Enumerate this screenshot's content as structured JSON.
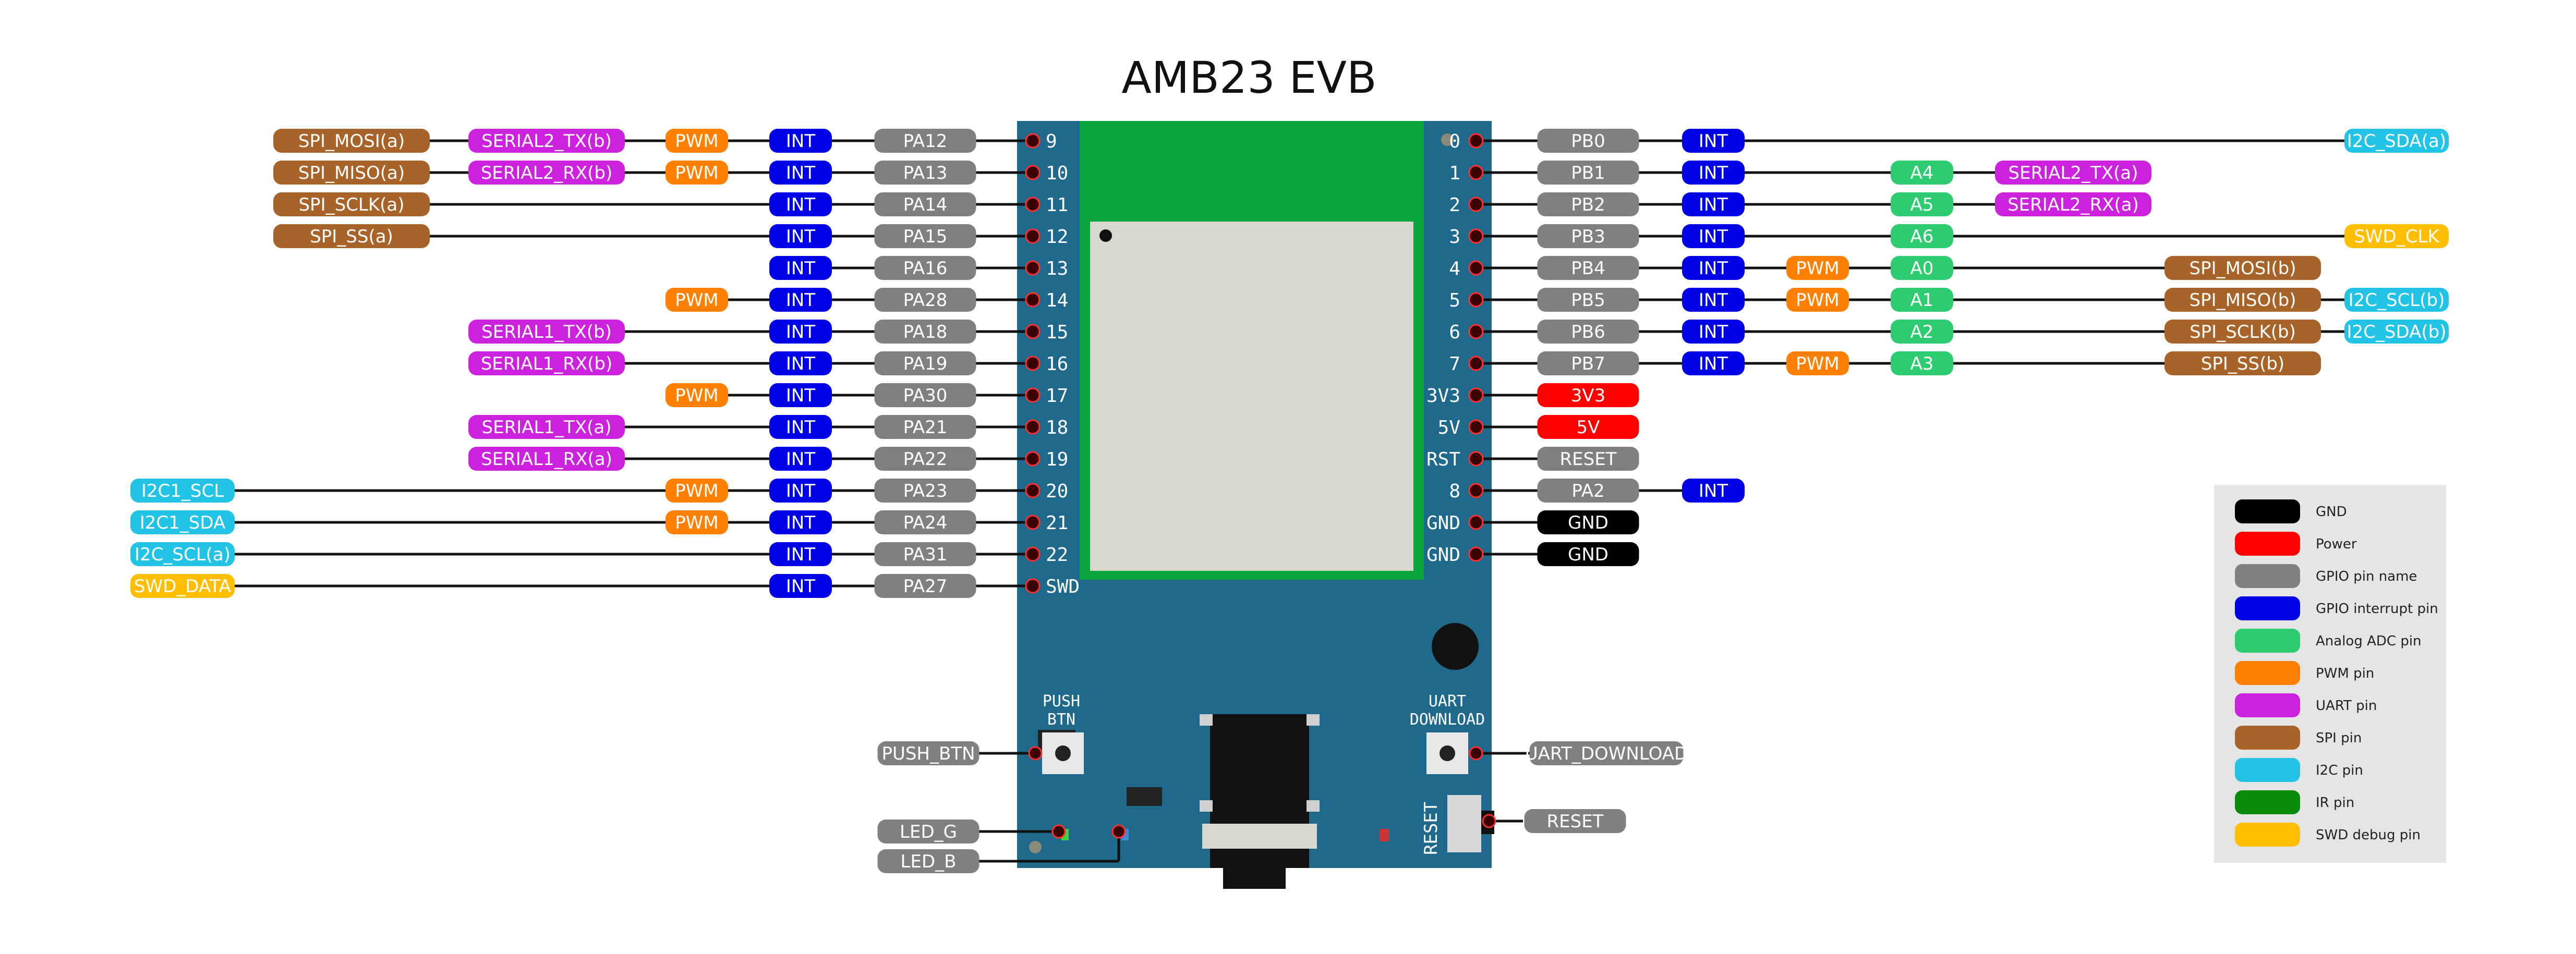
{
  "title": "AMB23 EVB",
  "colors": {
    "gnd": "#000000",
    "power": "#ff0000",
    "gpio": "#808080",
    "int": "#0000e6",
    "adc": "#2ecc71",
    "pwm": "#ff8000",
    "uart": "#cc22dd",
    "spi": "#a86428",
    "i2c": "#22c4e6",
    "ir": "#0a8a0a",
    "swd": "#ffbf00",
    "board": "#1f6a8c",
    "module": "#0aa53c",
    "shield": "#d8d8d0"
  },
  "left_rows": [
    {
      "num": "9",
      "pin": "PA12",
      "int": "INT",
      "pwm": "PWM",
      "uart": "SERIAL2_TX(b)",
      "spi": "SPI_MOSI(a)"
    },
    {
      "num": "10",
      "pin": "PA13",
      "int": "INT",
      "pwm": "PWM",
      "uart": "SERIAL2_RX(b)",
      "spi": "SPI_MISO(a)"
    },
    {
      "num": "11",
      "pin": "PA14",
      "int": "INT",
      "spi": "SPI_SCLK(a)"
    },
    {
      "num": "12",
      "pin": "PA15",
      "int": "INT",
      "spi": "SPI_SS(a)"
    },
    {
      "num": "13",
      "pin": "PA16",
      "int": "INT"
    },
    {
      "num": "14",
      "pin": "PA28",
      "int": "INT",
      "pwm": "PWM"
    },
    {
      "num": "15",
      "pin": "PA18",
      "int": "INT",
      "uart": "SERIAL1_TX(b)"
    },
    {
      "num": "16",
      "pin": "PA19",
      "int": "INT",
      "uart": "SERIAL1_RX(b)"
    },
    {
      "num": "17",
      "pin": "PA30",
      "int": "INT",
      "pwm": "PWM"
    },
    {
      "num": "18",
      "pin": "PA21",
      "int": "INT",
      "uart": "SERIAL1_TX(a)"
    },
    {
      "num": "19",
      "pin": "PA22",
      "int": "INT",
      "uart": "SERIAL1_RX(a)"
    },
    {
      "num": "20",
      "pin": "PA23",
      "int": "INT",
      "pwm": "PWM",
      "i2c": "I2C1_SCL"
    },
    {
      "num": "21",
      "pin": "PA24",
      "int": "INT",
      "pwm": "PWM",
      "i2c": "I2C1_SDA"
    },
    {
      "num": "22",
      "pin": "PA31",
      "int": "INT",
      "i2c": "I2C_SCL(a)"
    },
    {
      "num": "SWD",
      "pin": "PA27",
      "int": "INT",
      "swd": "SWD_DATA"
    }
  ],
  "right_rows": [
    {
      "num": "0",
      "pin": "PB0",
      "int": "INT",
      "i2c": "I2C_SDA(a)"
    },
    {
      "num": "1",
      "pin": "PB1",
      "int": "INT",
      "adc": "A4",
      "uart": "SERIAL2_TX(a)"
    },
    {
      "num": "2",
      "pin": "PB2",
      "int": "INT",
      "adc": "A5",
      "uart": "SERIAL2_RX(a)"
    },
    {
      "num": "3",
      "pin": "PB3",
      "int": "INT",
      "adc": "A6",
      "swd": "SWD_CLK"
    },
    {
      "num": "4",
      "pin": "PB4",
      "int": "INT",
      "pwm": "PWM",
      "adc": "A0",
      "spi": "SPI_MOSI(b)"
    },
    {
      "num": "5",
      "pin": "PB5",
      "int": "INT",
      "pwm": "PWM",
      "adc": "A1",
      "spi": "SPI_MISO(b)",
      "i2c": "I2C_SCL(b)"
    },
    {
      "num": "6",
      "pin": "PB6",
      "int": "INT",
      "adc": "A2",
      "spi": "SPI_SCLK(b)",
      "i2c": "I2C_SDA(b)"
    },
    {
      "num": "7",
      "pin": "PB7",
      "int": "INT",
      "pwm": "PWM",
      "adc": "A3",
      "spi": "SPI_SS(b)"
    },
    {
      "num": "3V3",
      "power": "3V3"
    },
    {
      "num": "5V",
      "power": "5V"
    },
    {
      "num": "RST",
      "pin": "RESET"
    },
    {
      "num": "8",
      "pin": "PA2",
      "int": "INT"
    },
    {
      "num": "GND",
      "gnd": "GND"
    },
    {
      "num": "GND",
      "gnd": "GND"
    }
  ],
  "board_labels": {
    "push_btn": "PUSH\nBTN",
    "uart_download": "UART\nDOWNLOAD",
    "reset": "RESET"
  },
  "bottom_tags": {
    "push_btn": "PUSH_BTN",
    "uart_download": "UART_DOWNLOAD",
    "reset": "RESET",
    "led_g": "LED_G",
    "led_b": "LED_B"
  },
  "legend": [
    {
      "label": "GND",
      "color": "#000000"
    },
    {
      "label": "Power",
      "color": "#ff0000"
    },
    {
      "label": "GPIO pin name",
      "color": "#808080"
    },
    {
      "label": "GPIO interrupt pin",
      "color": "#0000e6"
    },
    {
      "label": "Analog ADC pin",
      "color": "#2ecc71"
    },
    {
      "label": "PWM pin",
      "color": "#ff8000"
    },
    {
      "label": "UART pin",
      "color": "#cc22dd"
    },
    {
      "label": "SPI pin",
      "color": "#a86428"
    },
    {
      "label": "I2C pin",
      "color": "#22c4e6"
    },
    {
      "label": "IR pin",
      "color": "#0a8a0a"
    },
    {
      "label": "SWD debug pin",
      "color": "#ffbf00"
    }
  ]
}
